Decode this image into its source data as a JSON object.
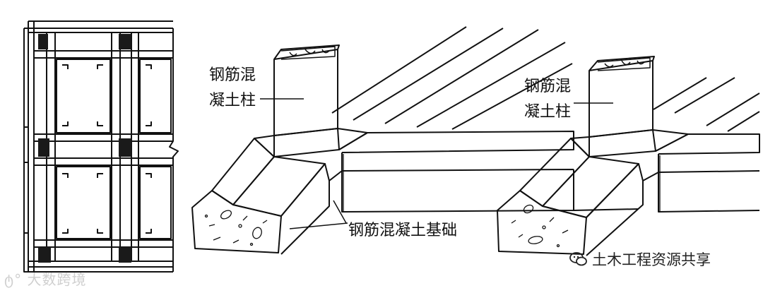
{
  "labels": {
    "column_left_line1": "钢筋混",
    "column_left_line2": "凝土柱",
    "column_right_line1": "钢筋混",
    "column_right_line2": "凝土柱",
    "foundation": "钢筋混凝土基础"
  },
  "watermarks": {
    "left_text": "大数跨境",
    "right_text": "土木工程资源共享",
    "left_icon": "logo-glyph-icon",
    "right_icon": "wechat-icon"
  },
  "colors": {
    "line": "#111111",
    "fill_dark": "#1a1a1a",
    "paper": "#ffffff"
  }
}
